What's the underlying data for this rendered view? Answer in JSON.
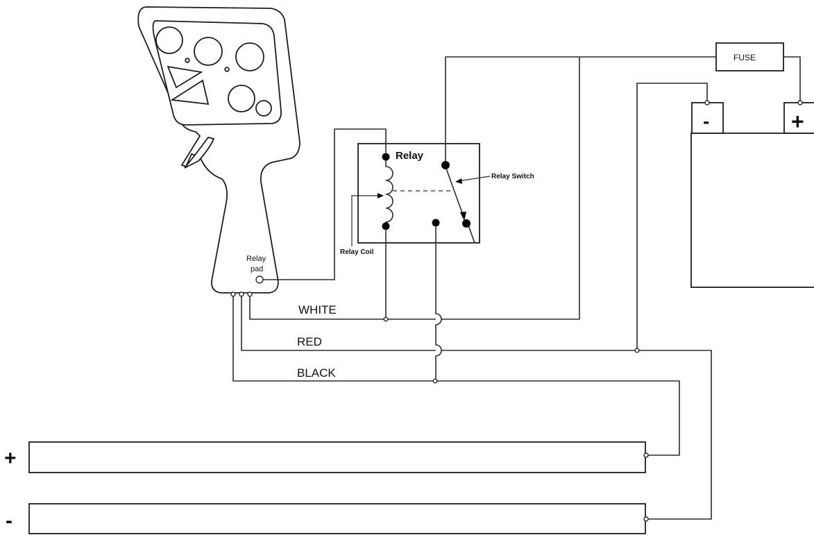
{
  "labels": {
    "fuse": "FUSE",
    "battery_minus": "-",
    "battery_plus": "+",
    "relay": "Relay",
    "relay_switch": "Relay Switch",
    "relay_coil": "Relay Coil",
    "relay_pad_line1": "Relay",
    "relay_pad_line2": "pad",
    "wire_white": "WHITE",
    "wire_red": "RED",
    "wire_black": "BLACK",
    "rail_plus": "+",
    "rail_minus": "-"
  }
}
